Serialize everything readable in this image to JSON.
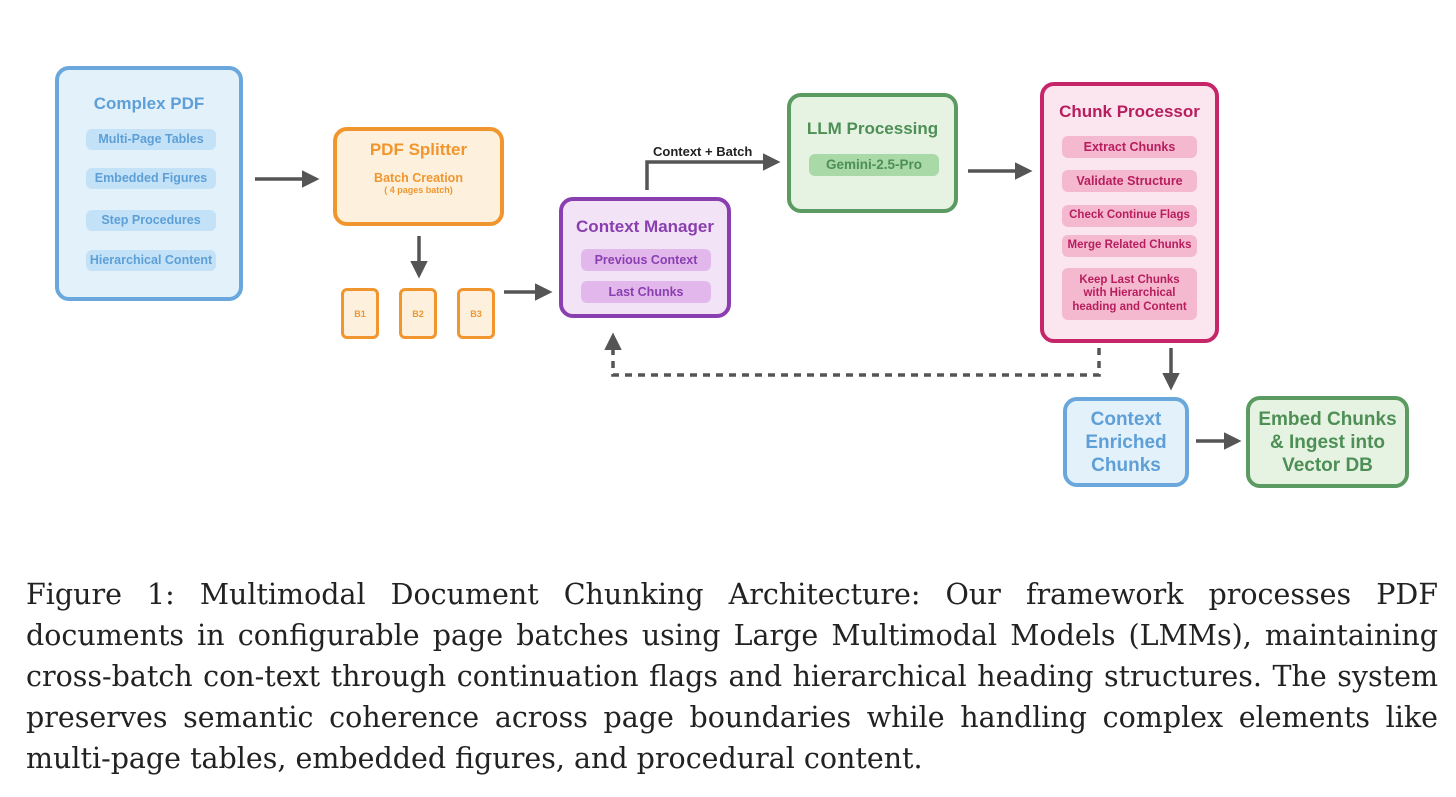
{
  "nodes": {
    "complex_pdf": {
      "title": "Complex PDF",
      "items": [
        "Multi-Page Tables",
        "Embedded Figures",
        "Step Procedures",
        "Hierarchical Content"
      ]
    },
    "pdf_splitter": {
      "title": "PDF Splitter",
      "subtitle": "Batch Creation",
      "note": "( 4 pages batch)",
      "batches": [
        "B1",
        "B2",
        "B3"
      ]
    },
    "context_manager": {
      "title": "Context Manager",
      "items": [
        "Previous Context",
        "Last Chunks"
      ]
    },
    "llm_processing": {
      "title": "LLM Processing",
      "model": "Gemini-2.5-Pro"
    },
    "chunk_processor": {
      "title": "Chunk Processor",
      "items": [
        "Extract Chunks",
        "Validate Structure",
        "Check Continue Flags",
        "Merge Related Chunks",
        "Keep Last  Chunks with Hierarchical heading and Content"
      ]
    },
    "context_enriched": {
      "title": "Context Enriched Chunks"
    },
    "embed": {
      "title": "Embed Chunks & Ingest into Vector DB"
    }
  },
  "edges": {
    "context_batch_label": "Context + Batch"
  },
  "caption": "Figure 1: Multimodal Document Chunking Architecture: Our framework processes PDF documents in configurable page batches using Large Multimodal Models (LMMs), maintaining cross-batch con-text through continuation flags and hierarchical heading structures. The system preserves semantic coherence across page boundaries while handling complex elements like multi-page tables, embedded figures, and procedural content.",
  "colors": {
    "blue": "#6aa7dc",
    "orange": "#f1962e",
    "purple": "#8a3fb0",
    "green": "#5b9b62",
    "pink": "#c7256a",
    "arrow": "#555555"
  }
}
